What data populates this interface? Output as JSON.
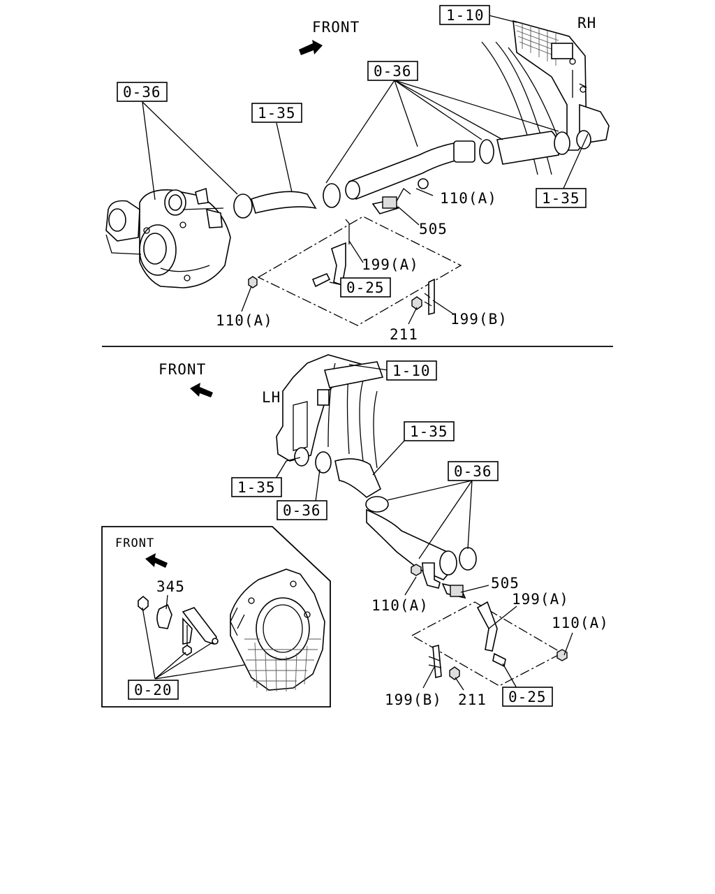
{
  "upper": {
    "front": "FRONT",
    "side": "RH",
    "refs": [
      "1-10",
      "0-36",
      "0-36",
      "1-35",
      "1-35",
      "0-25"
    ],
    "parts": [
      "110(A)",
      "505",
      "199(A)",
      "110(A)",
      "211",
      "199(B)"
    ]
  },
  "lower": {
    "front": "FRONT",
    "side": "LH",
    "refs": [
      "1-10",
      "1-35",
      "0-36",
      "1-35",
      "0-36",
      "0-25"
    ],
    "parts": [
      "505",
      "110(A)",
      "199(A)",
      "110(A)",
      "199(B)",
      "211"
    ]
  },
  "inset": {
    "front": "FRONT",
    "refs": [
      "0-20"
    ],
    "parts": [
      "345"
    ]
  }
}
